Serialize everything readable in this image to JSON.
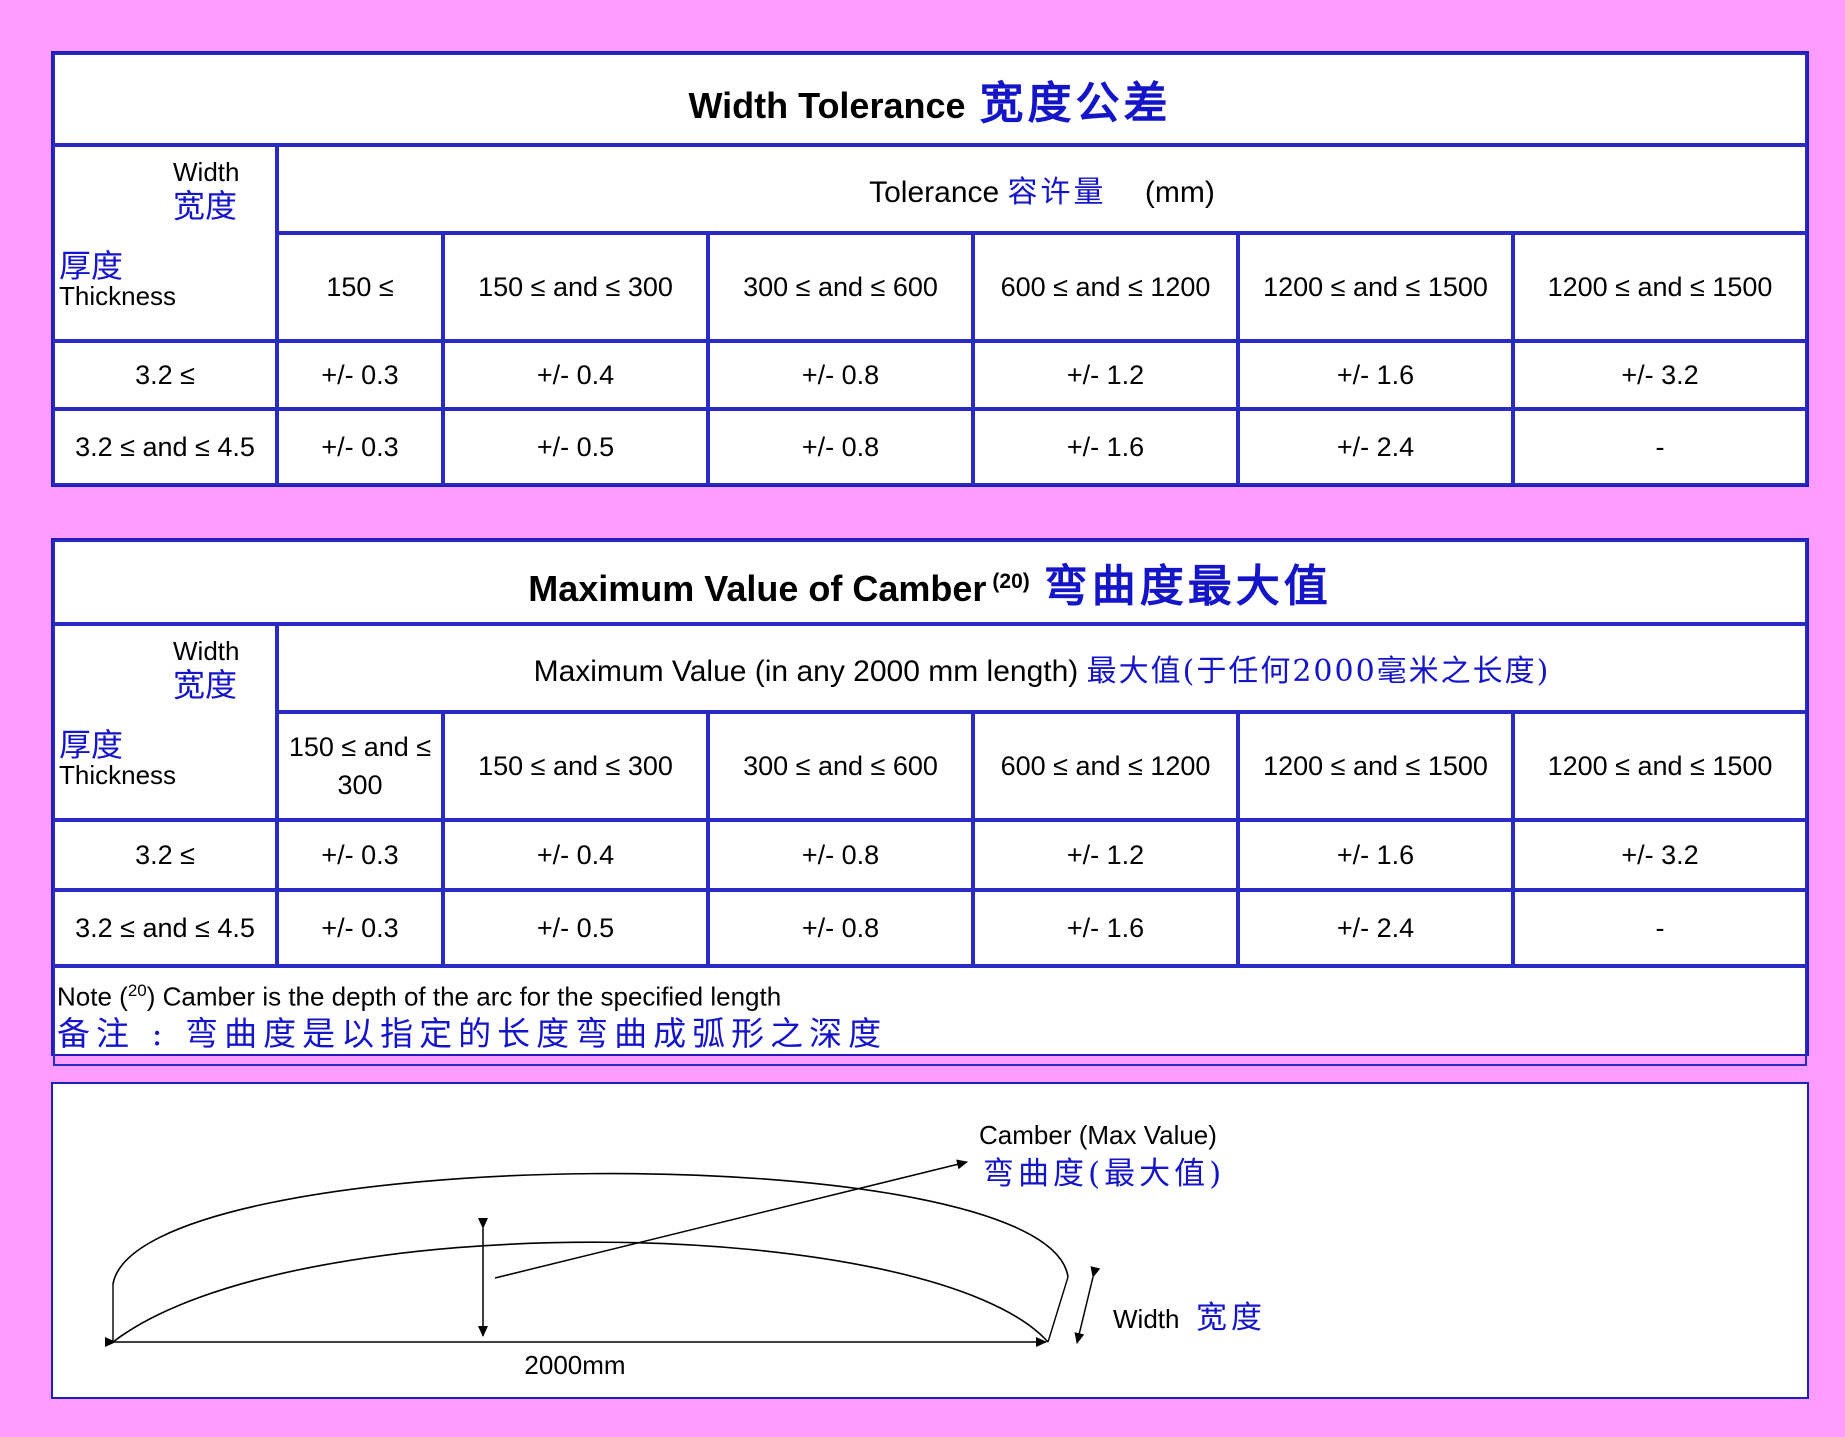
{
  "width_table": {
    "title_en": "Width Tolerance",
    "title_cn": "宽度公差",
    "corner_width_en": "Width",
    "corner_width_cn": "宽度",
    "corner_thickness_cn": "厚度",
    "corner_thickness_en": "Thickness",
    "tolerance_en": "Tolerance",
    "tolerance_cn": "容许量",
    "tolerance_unit": "(mm)",
    "columns": [
      "150 ≤",
      "150 ≤ and ≤ 300",
      "300 ≤ and ≤ 600",
      "600 ≤ and ≤ 1200",
      "1200 ≤ and ≤ 1500",
      "1200 ≤ and ≤ 1500"
    ],
    "rows": [
      {
        "thickness": "3.2 ≤",
        "values": [
          "+/- 0.3",
          "+/- 0.4",
          "+/- 0.8",
          "+/- 1.2",
          "+/- 1.6",
          "+/- 3.2"
        ]
      },
      {
        "thickness": "3.2 ≤ and ≤ 4.5",
        "values": [
          "+/- 0.3",
          "+/- 0.5",
          "+/- 0.8",
          "+/- 1.6",
          "+/- 2.4",
          "-"
        ]
      }
    ]
  },
  "camber_table": {
    "title_en": "Maximum Value of Camber",
    "title_sup": "(20)",
    "title_cn": "弯曲度最大值",
    "corner_width_en": "Width",
    "corner_width_cn": "宽度",
    "corner_thickness_cn": "厚度",
    "corner_thickness_en": "Thickness",
    "header_en": "Maximum Value (in any 2000 mm length)",
    "header_cn": "最大值(于任何2000毫米之长度)",
    "columns": [
      "150 ≤ and ≤ 300",
      "150 ≤ and ≤ 300",
      "300 ≤ and ≤ 600",
      "600 ≤ and ≤ 1200",
      "1200 ≤ and ≤ 1500",
      "1200 ≤ and ≤ 1500"
    ],
    "rows": [
      {
        "thickness": "3.2 ≤",
        "values": [
          "+/- 0.3",
          "+/- 0.4",
          "+/- 0.8",
          "+/- 1.2",
          "+/- 1.6",
          "+/- 3.2"
        ]
      },
      {
        "thickness": "3.2 ≤ and ≤ 4.5",
        "values": [
          "+/- 0.3",
          "+/- 0.5",
          "+/- 0.8",
          "+/- 1.6",
          "+/- 2.4",
          "-"
        ]
      }
    ],
    "note_prefix": "Note (",
    "note_sup": "20",
    "note_text": ") Camber is the depth of the arc for the specified length",
    "note_cn": "备注 : 弯曲度是以指定的长度弯曲成弧形之深度"
  },
  "diagram": {
    "camber_label_en": "Camber (Max Value)",
    "camber_label_cn": "弯曲度(最大值)",
    "width_label_en": "Width",
    "width_label_cn": "宽度",
    "length_label": "2000mm"
  }
}
